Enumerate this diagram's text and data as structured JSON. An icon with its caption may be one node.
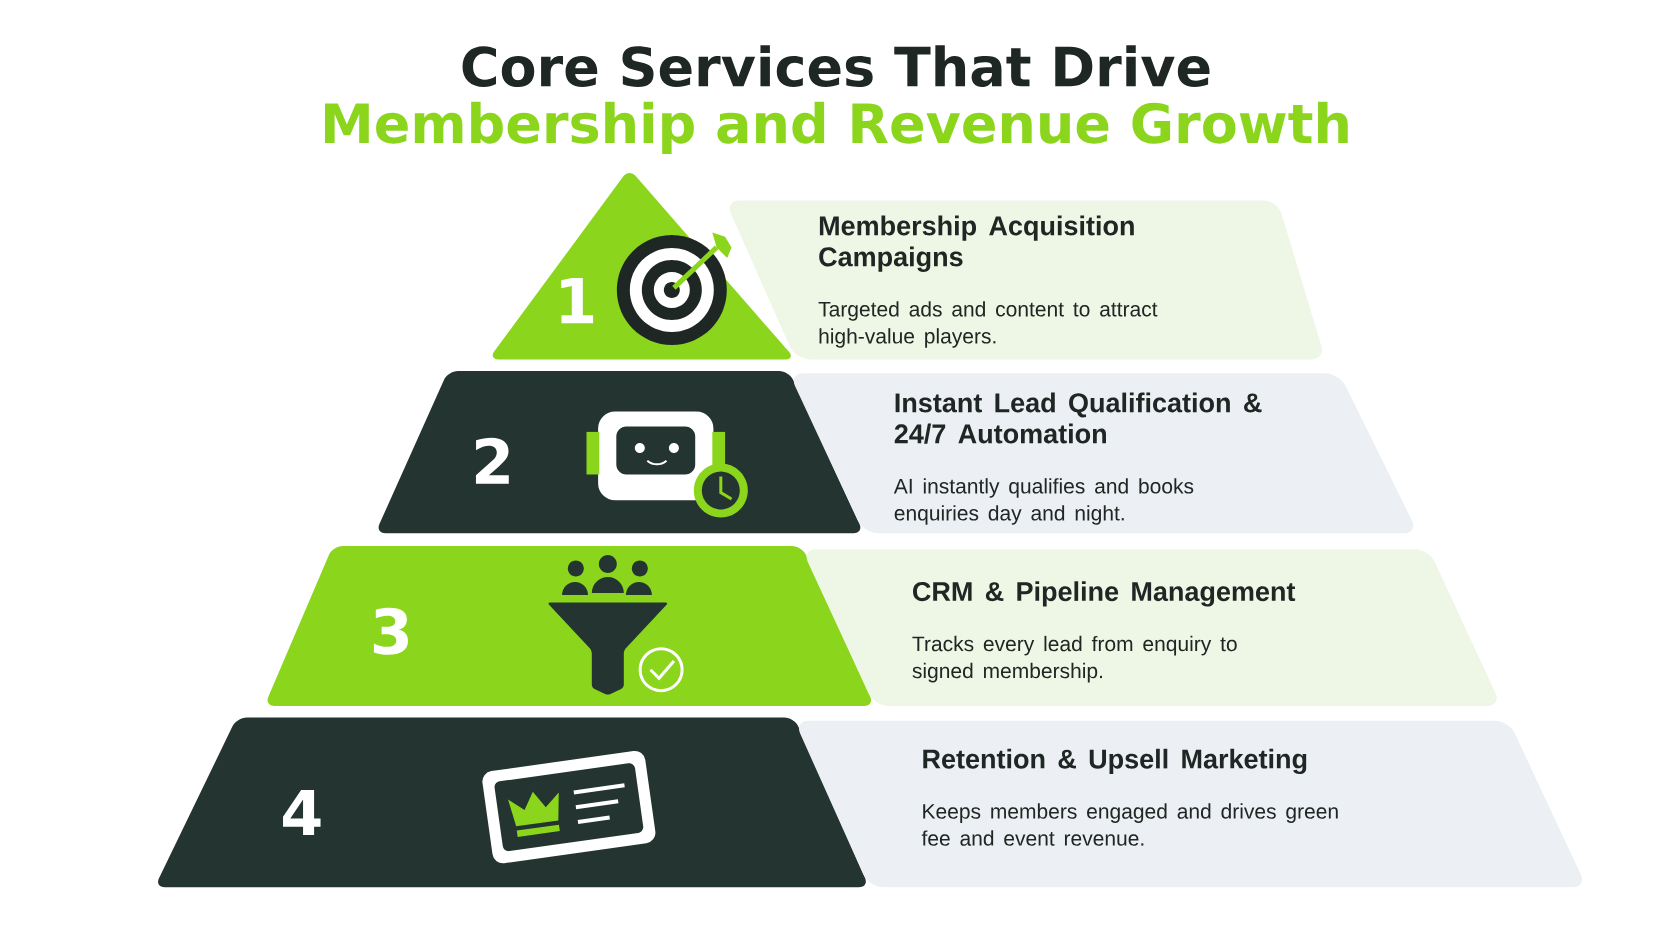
{
  "diagram": {
    "title": "Core Services That Drive",
    "labels": [
      "Membership and Revenue Growth"
    ],
    "nodes": [
      {
        "text": [
          "1"
        ]
      },
      {
        "text": [
          "Membership Acquisition Campaigns",
          "Targeted ads and content to attract high-value players."
        ]
      },
      {
        "text": [
          "2"
        ]
      },
      {
        "text": [
          "Instant Lead Qualification & 24/7 Automation",
          "AI instantly qualifies and books enquiries day and night."
        ]
      },
      {
        "text": [
          "3"
        ]
      },
      {
        "text": [
          "CRM & Pipeline Management",
          "Tracks every lead from enquiry to signed membership."
        ]
      },
      {
        "text": [
          "4"
        ]
      },
      {
        "text": [
          "Retention & Upsell Marketing",
          "Keeps members engaged and drives green fee and event revenue."
        ]
      }
    ]
  }
}
